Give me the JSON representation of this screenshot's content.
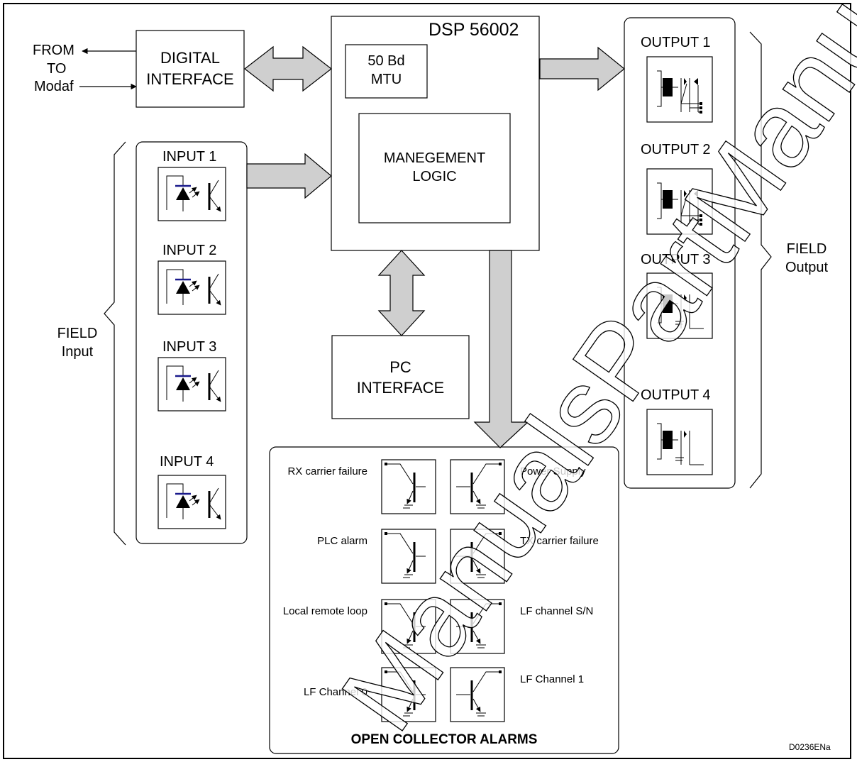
{
  "external": {
    "from": "FROM",
    "to": "TO",
    "modaf": "Modaf"
  },
  "digital_interface": {
    "line1": "DIGITAL",
    "line2": "INTERFACE"
  },
  "dsp": {
    "title": "DSP 56002",
    "mtu_line1": "50 Bd",
    "mtu_line2": "MTU",
    "logic_line1": "MANEGEMENT",
    "logic_line2": "LOGIC"
  },
  "pc_interface": {
    "line1": "PC",
    "line2": "INTERFACE"
  },
  "inputs": {
    "group_line1": "FIELD",
    "group_line2": "Input",
    "items": [
      "INPUT 1",
      "INPUT 2",
      "INPUT 3",
      "INPUT 4"
    ]
  },
  "outputs": {
    "group_line1": "FIELD",
    "group_line2": "Output",
    "items": [
      "OUTPUT 1",
      "OUTPUT 2",
      "OUTPUT 3",
      "OUTPUT 4"
    ]
  },
  "alarms": {
    "title": "OPEN COLLECTOR ALARMS",
    "left": [
      "RX carrier failure",
      "PLC alarm",
      "Local remote loop",
      "LF Channel 0"
    ],
    "right": [
      "Power Supply",
      "TX carrier failure",
      "LF channel S/N",
      "LF Channel 1"
    ]
  },
  "doc_code": "D0236ENa",
  "watermark": "ManualsPartManuals.com"
}
